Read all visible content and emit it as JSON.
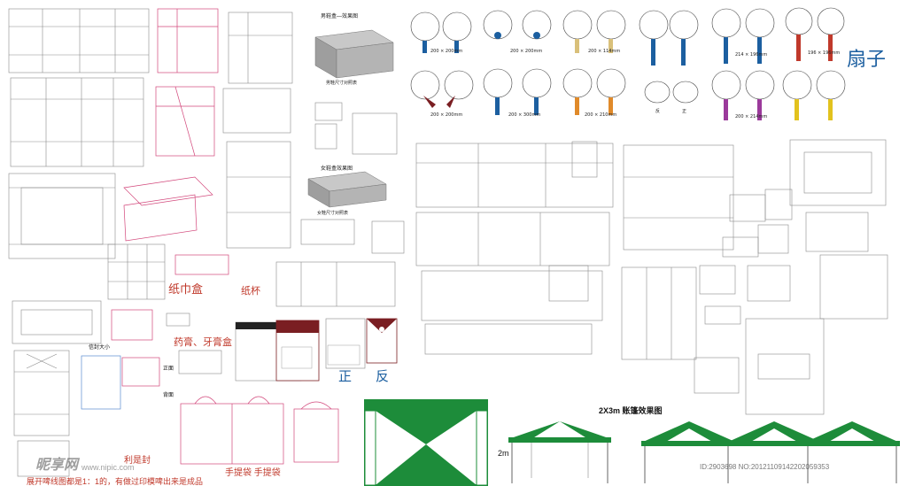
{
  "labels": {
    "mens_box": "男鞋盒—效果图",
    "mens_dims": "男鞋尺寸对照表",
    "womens_box": "女鞋盒效果图",
    "womens_dims": "女鞋尺寸对照表",
    "tissue_box": "纸巾盒",
    "paper_cup": "纸杯",
    "medicine_box": "药膏、牙膏盒",
    "envelope_size": "信封大小",
    "front_side": "正面",
    "back_side": "背面",
    "red_packet": "利是封",
    "handbags": "手提袋  手提袋",
    "folder_front": "正",
    "folder_back": "反",
    "fan_title": "扇子",
    "tent_title": "2X3m 账篷效果图",
    "tent_2m": "2m",
    "watermark_left": "昵享网",
    "watermark_url": "www.nipic.com",
    "watermark_id": "ID:2903698 NO:20121109142202059353",
    "bottom_note": "展开啤线图都是1：1的，有做过印模啤出来是成品"
  },
  "fan_dims": [
    "200 × 200mm",
    "200 × 200mm",
    "200 × 114mm",
    "214 × 196mm",
    "196 × 196mm",
    "200 × 200mm",
    "200 × 300mm",
    "200 × 210mm",
    "200 × 214mm"
  ],
  "fan_back_labels": [
    "反",
    "正"
  ],
  "colors": {
    "dieline": "#8a8a8a",
    "pink_dieline": "#d2467a",
    "blue_label": "#1c5fa0",
    "tent_green": "#1d8c3a",
    "red_label": "#c0392b",
    "maroon": "#7a1e22"
  }
}
